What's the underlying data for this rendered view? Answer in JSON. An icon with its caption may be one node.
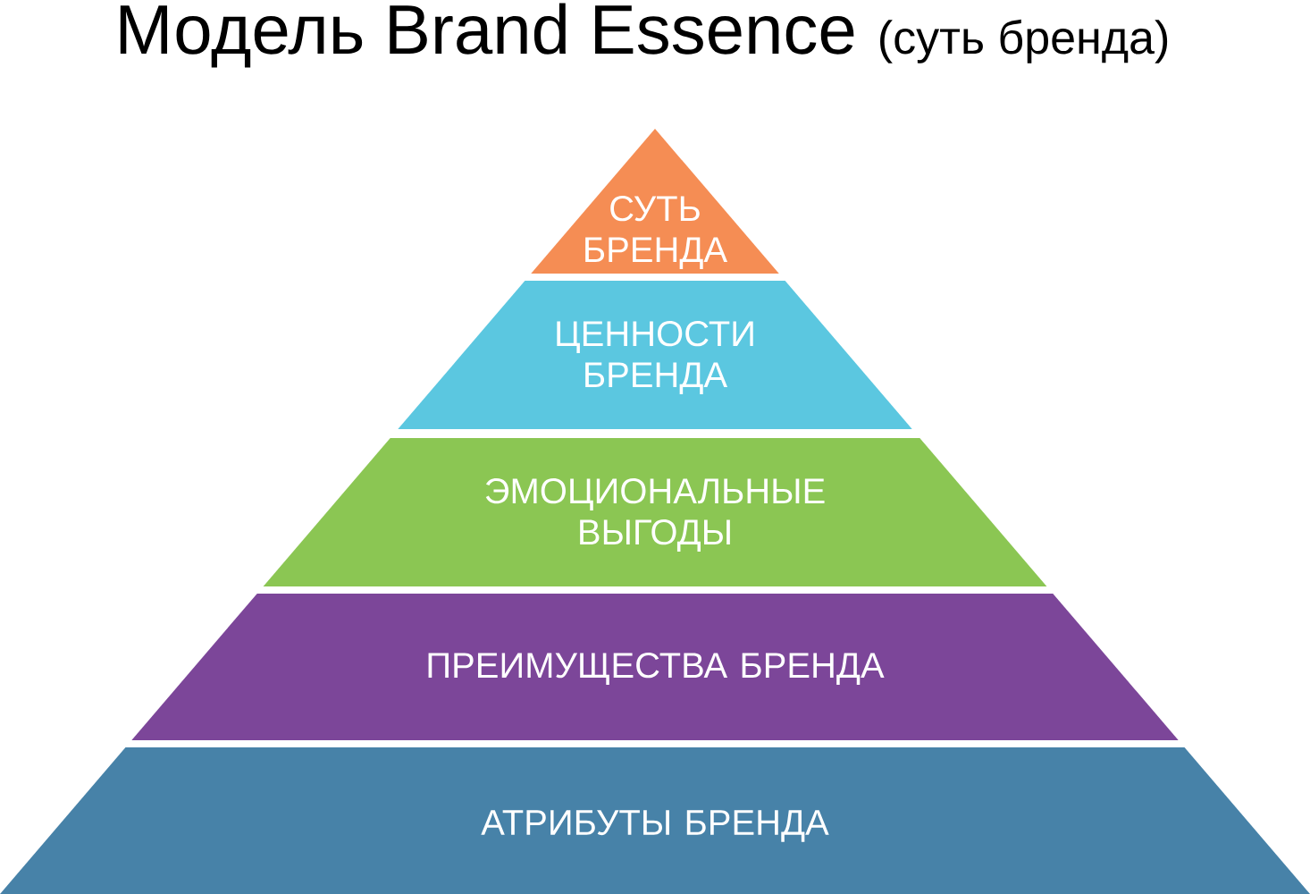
{
  "diagram": {
    "title": "Модель Brand Essence",
    "nodes": [
      {
        "text": [
          "СУТЬ БРЕНДА"
        ]
      },
      {
        "text": [
          "ЦЕННОСТИ БРЕНДА"
        ]
      },
      {
        "text": [
          "ЭМОЦИОНАЛЬНЫЕ ВЫГОДЫ"
        ]
      },
      {
        "text": [
          "ПРЕИМУЩЕСТВА БРЕНДА"
        ]
      },
      {
        "text": [
          "АТРИБУТЫ БРЕНДА"
        ]
      }
    ],
    "labels": [
      "(суть бренда)"
    ]
  }
}
